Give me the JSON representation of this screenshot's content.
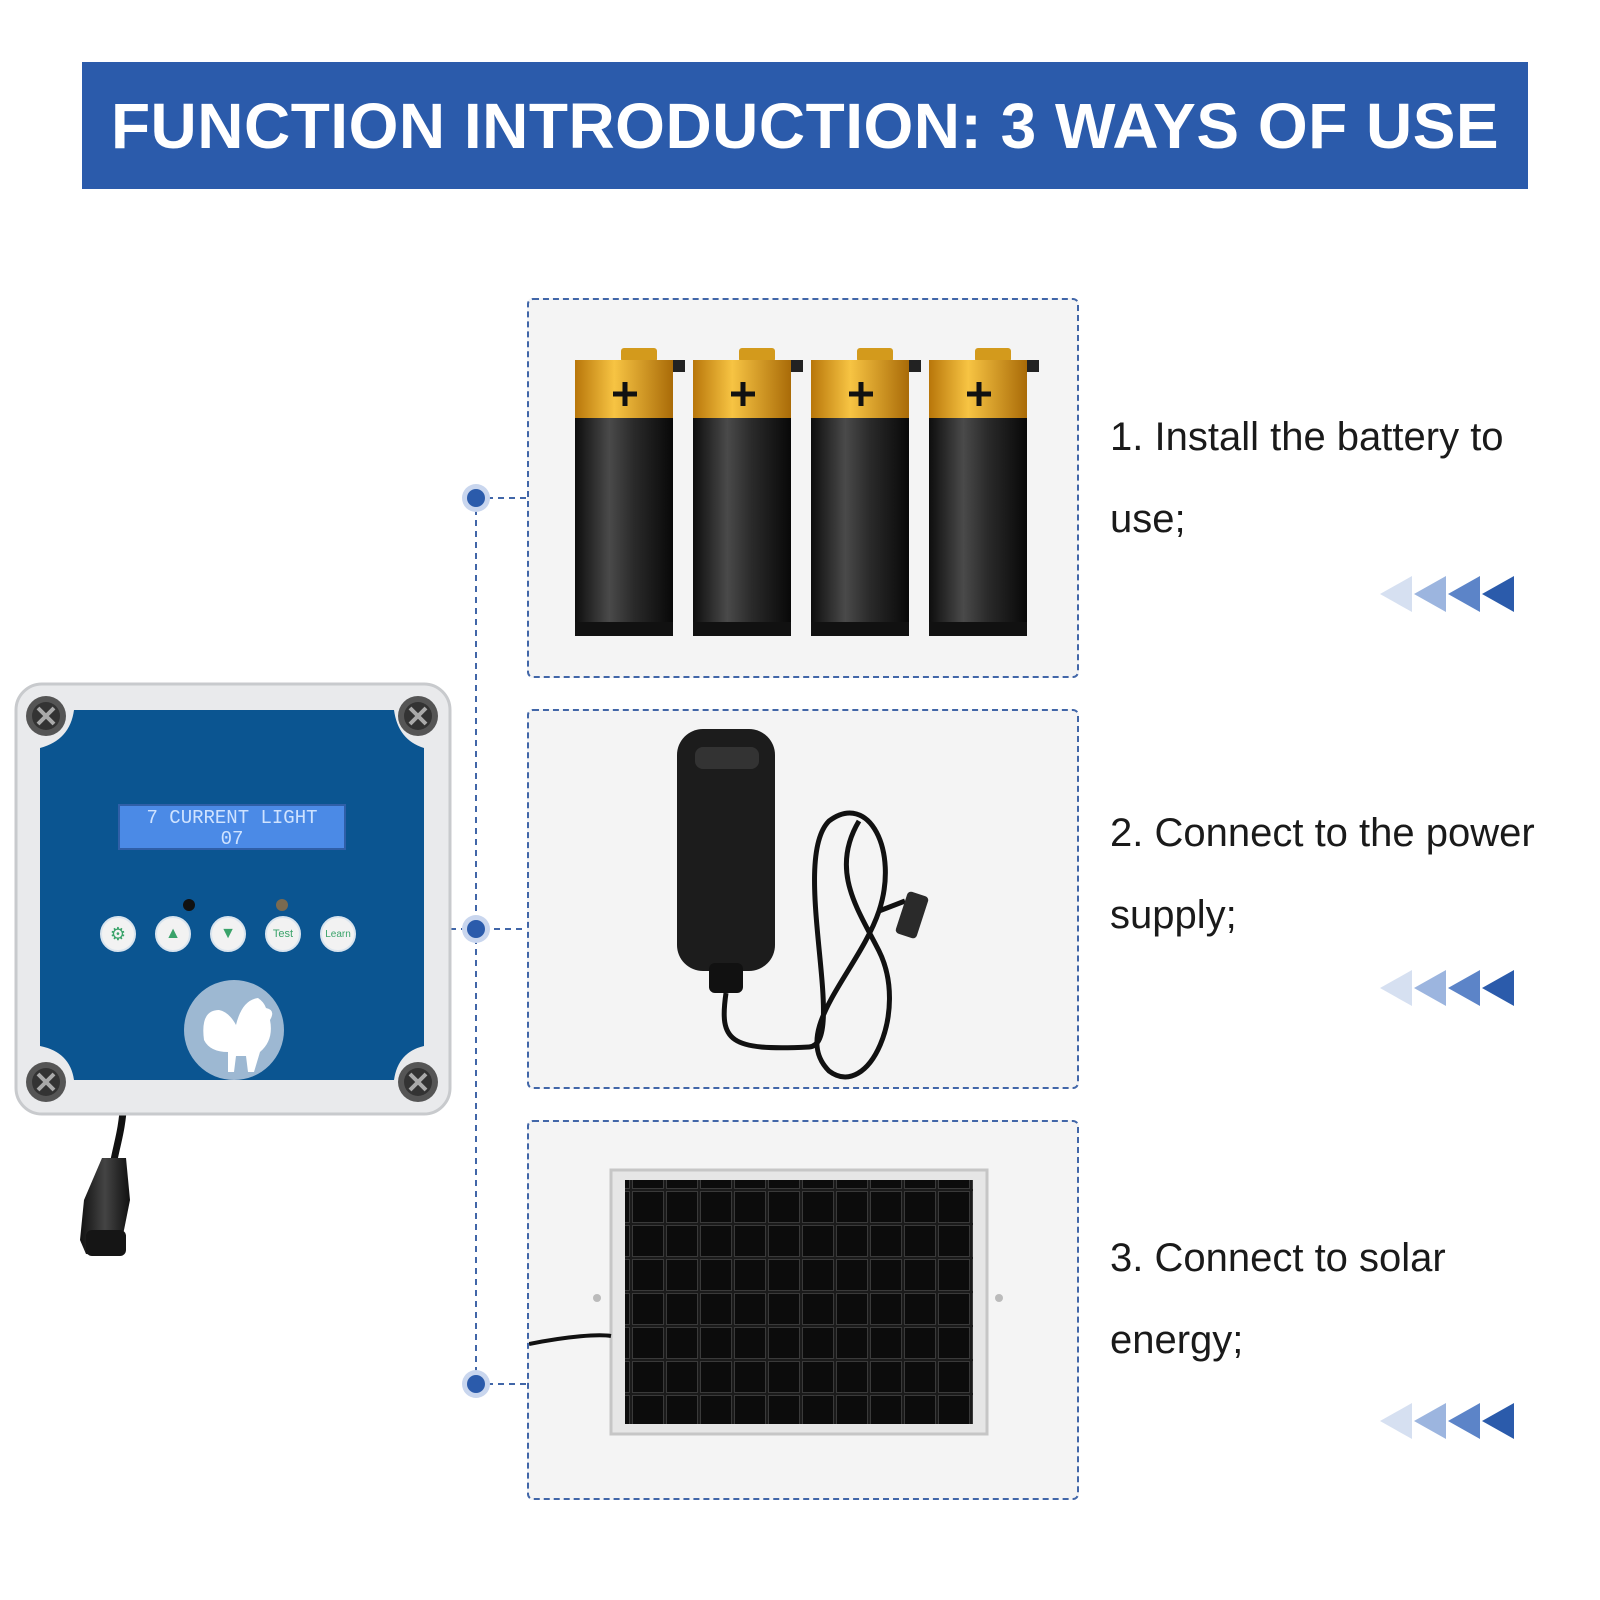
{
  "banner": {
    "title": "FUNCTION INTRODUCTION: 3 WAYS OF USE"
  },
  "device": {
    "lcd_line1": "7 CURRENT LIGHT",
    "lcd_line2": "07",
    "buttons": [
      {
        "label": "",
        "icon": "gear-icon"
      },
      {
        "label": "",
        "icon": "arrow-up-icon"
      },
      {
        "label": "",
        "icon": "arrow-down-icon"
      },
      {
        "label": "Test",
        "icon": ""
      },
      {
        "label": "Learn",
        "icon": ""
      }
    ],
    "logo": "rooster-icon"
  },
  "methods": [
    {
      "line1": "1. Install the battery to",
      "line2": "use;",
      "image": "battery-icon"
    },
    {
      "line1": "2. Connect to the power",
      "line2": "supply;",
      "image": "power-adapter-icon"
    },
    {
      "line1": "3. Connect to solar",
      "line2": "energy;",
      "image": "solar-panel-icon"
    }
  ],
  "colors": {
    "banner": "#2b5bab",
    "accent": "#2b5bab",
    "device_face": "#0b5591",
    "battery_gold": "#e5a521",
    "dashed_border": "#4166a8"
  }
}
